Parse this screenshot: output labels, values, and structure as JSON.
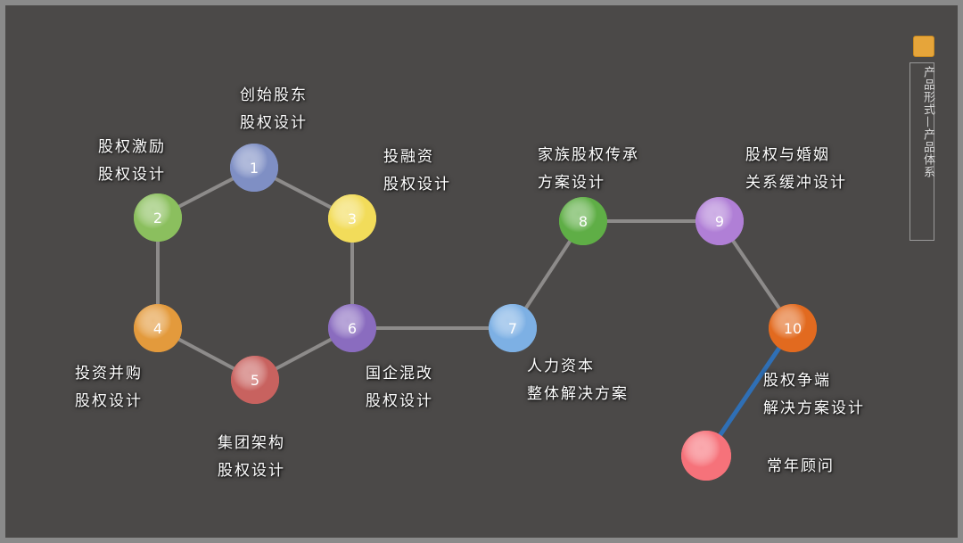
{
  "colors": {
    "background": "#4b4948",
    "edge": "#8d8b8a",
    "highlight_edge": "#2f6fb5",
    "accent": "#e6a53a"
  },
  "sidebar": {
    "title": "产品形式",
    "divider": "—",
    "subtitle": "产品体系"
  },
  "nodes": [
    {
      "id": "1",
      "label": "1",
      "color": "#7f8fc4",
      "text": [
        "创始股东",
        "股权设计"
      ]
    },
    {
      "id": "2",
      "label": "2",
      "color": "#8bbf5e",
      "text": [
        "股权激励",
        "股权设计"
      ]
    },
    {
      "id": "3",
      "label": "3",
      "color": "#f2dc5a",
      "text": [
        "投融资",
        "股权设计"
      ]
    },
    {
      "id": "4",
      "label": "4",
      "color": "#e39a3c",
      "text": [
        "投资并购",
        "股权设计"
      ]
    },
    {
      "id": "5",
      "label": "5",
      "color": "#c8625f",
      "text": [
        "集团架构",
        "股权设计"
      ]
    },
    {
      "id": "6",
      "label": "6",
      "color": "#8a6cbf",
      "text": [
        "国企混改",
        "股权设计"
      ]
    },
    {
      "id": "7",
      "label": "7",
      "color": "#7db0e4",
      "text": [
        "人力资本",
        "整体解决方案"
      ]
    },
    {
      "id": "8",
      "label": "8",
      "color": "#5fae46",
      "text": [
        "家族股权传承",
        "方案设计"
      ]
    },
    {
      "id": "9",
      "label": "9",
      "color": "#b07fd6",
      "text": [
        "股权与婚姻",
        "关系缓冲设计"
      ]
    },
    {
      "id": "10",
      "label": "10",
      "color": "#e26a1f",
      "text": [
        "股权争端",
        "解决方案设计"
      ]
    },
    {
      "id": "11",
      "label": "",
      "color": "#f6727a",
      "text": [
        "常年顾问"
      ]
    }
  ],
  "edges": [
    [
      "1",
      "2"
    ],
    [
      "1",
      "3"
    ],
    [
      "2",
      "4"
    ],
    [
      "3",
      "6"
    ],
    [
      "4",
      "5"
    ],
    [
      "5",
      "6"
    ],
    [
      "6",
      "7"
    ],
    [
      "7",
      "8"
    ],
    [
      "8",
      "9"
    ],
    [
      "9",
      "10"
    ],
    [
      "10",
      "11"
    ]
  ],
  "highlighted_edge": [
    "10",
    "11"
  ]
}
